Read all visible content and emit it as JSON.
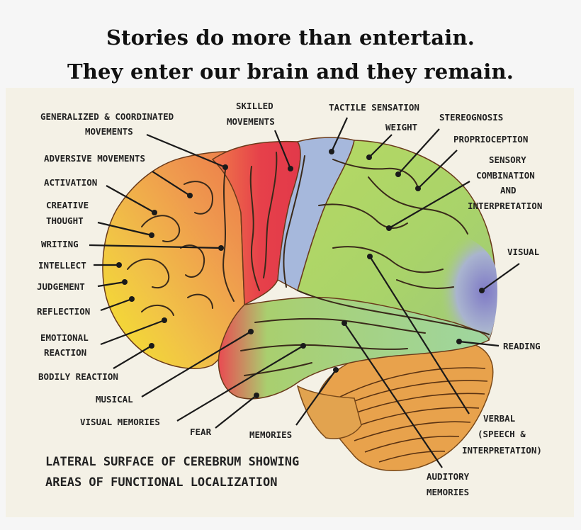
{
  "headline": {
    "line1": "Stories do more than entertain.",
    "line2": "They enter our brain and they remain."
  },
  "caption": {
    "line1": "LATERAL SURFACE OF CEREBRUM SHOWING",
    "line2": "AREAS OF FUNCTIONAL LOCALIZATION"
  },
  "labels": {
    "generalized": [
      "GENERALIZED & COORDINATED",
      "MOVEMENTS"
    ],
    "skilled": [
      "SKILLED",
      "MOVEMENTS"
    ],
    "tactile": "TACTILE SENSATION",
    "weight": "WEIGHT",
    "stereognosis": "STEREOGNOSIS",
    "proprioception": "PROPRIOCEPTION",
    "sensory": [
      "SENSORY",
      "COMBINATION",
      "AND",
      "INTERPRETATION"
    ],
    "adversive": "ADVERSIVE MOVEMENTS",
    "activation": "ACTIVATION",
    "creative": [
      "CREATIVE",
      "THOUGHT"
    ],
    "writing": "WRITING",
    "intellect": "INTELLECT",
    "judgement": "JUDGEMENT",
    "reflection": "REFLECTION",
    "emotional": [
      "EMOTIONAL",
      "REACTION"
    ],
    "bodily": "BODILY REACTION",
    "musical": "MUSICAL",
    "visual_memories": "VISUAL MEMORIES",
    "fear": "FEAR",
    "memories": "MEMORIES",
    "visual": "VISUAL",
    "reading": "READING",
    "verbal": [
      "VERBAL",
      "(SPEECH &",
      "INTERPRETATION)"
    ],
    "auditory": [
      "AUDITORY",
      "MEMORIES"
    ]
  },
  "colors": {
    "frontal_yellow": "#f3e234",
    "frontal_orange": "#f0a24a",
    "motor_red": "#e6404a",
    "sensory_blue": "#9fb2dc",
    "parietal_green": "#a9d36a",
    "occipital_violet": "#8f88c8",
    "temporal_green": "#9fd072",
    "cerebellum": "#e7a24e"
  }
}
